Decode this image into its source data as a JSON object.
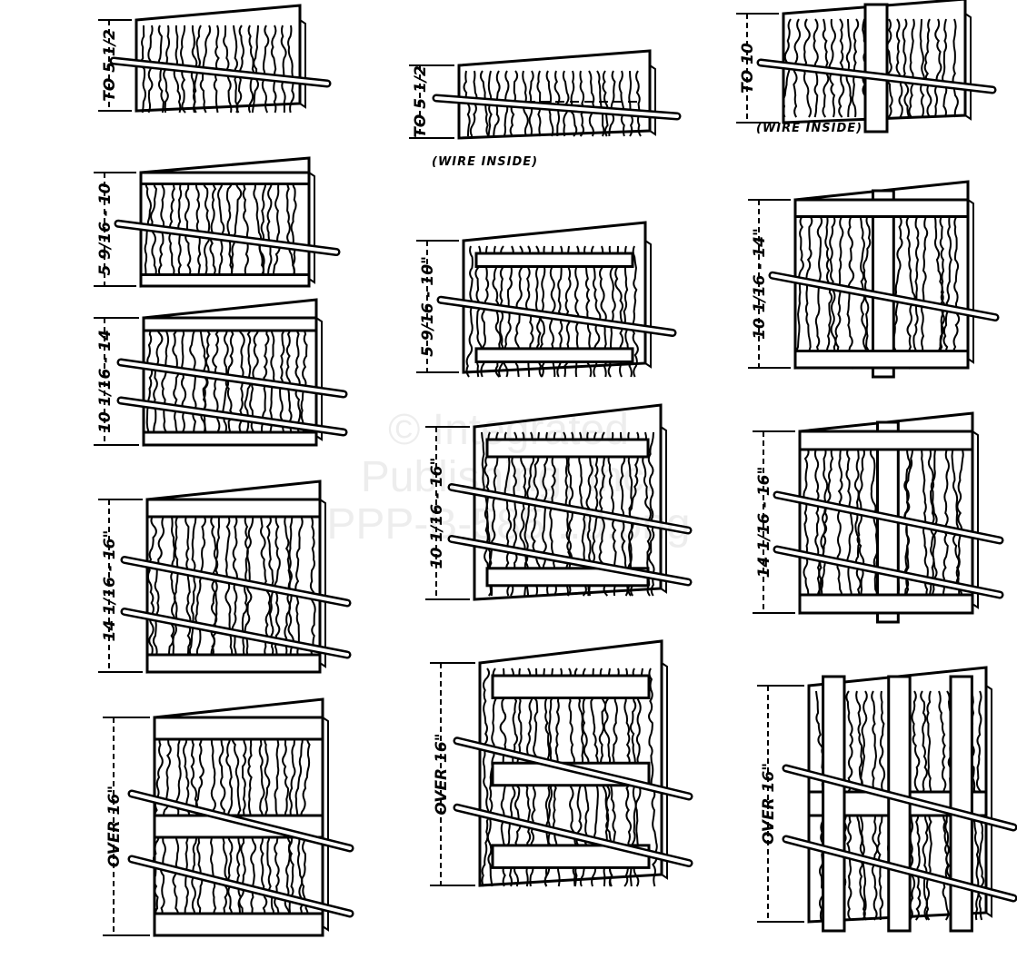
{
  "figure": {
    "panels": [
      {
        "id": "c1r1",
        "dimension": "TO 5 1/2"
      },
      {
        "id": "c1r2",
        "dimension": "5 9/16 - 10"
      },
      {
        "id": "c1r3",
        "dimension": "10 1/16 - 14"
      },
      {
        "id": "c1r4",
        "dimension": "14 1/16 - 16\""
      },
      {
        "id": "c1r5",
        "dimension": "OVER 16\""
      },
      {
        "id": "c2r1",
        "dimension": "TO 5 1/2",
        "note": "(WIRE INSIDE)"
      },
      {
        "id": "c2r2",
        "dimension": "5 9/16 - 10\""
      },
      {
        "id": "c2r3",
        "dimension": "10 1/16 - 16\""
      },
      {
        "id": "c2r4",
        "dimension": "OVER 16\""
      },
      {
        "id": "c3r1",
        "dimension": "TO 10",
        "note": "(WIRE INSIDE)"
      },
      {
        "id": "c3r2",
        "dimension": "10 1/16 - 14\""
      },
      {
        "id": "c3r3",
        "dimension": "14 1/16 - 16\""
      },
      {
        "id": "c3r4",
        "dimension": "OVER 16\""
      }
    ]
  },
  "watermark": {
    "lines": [
      "© Integrated",
      "Publishing, Inc.",
      "PPP-B-585...0.png"
    ]
  }
}
